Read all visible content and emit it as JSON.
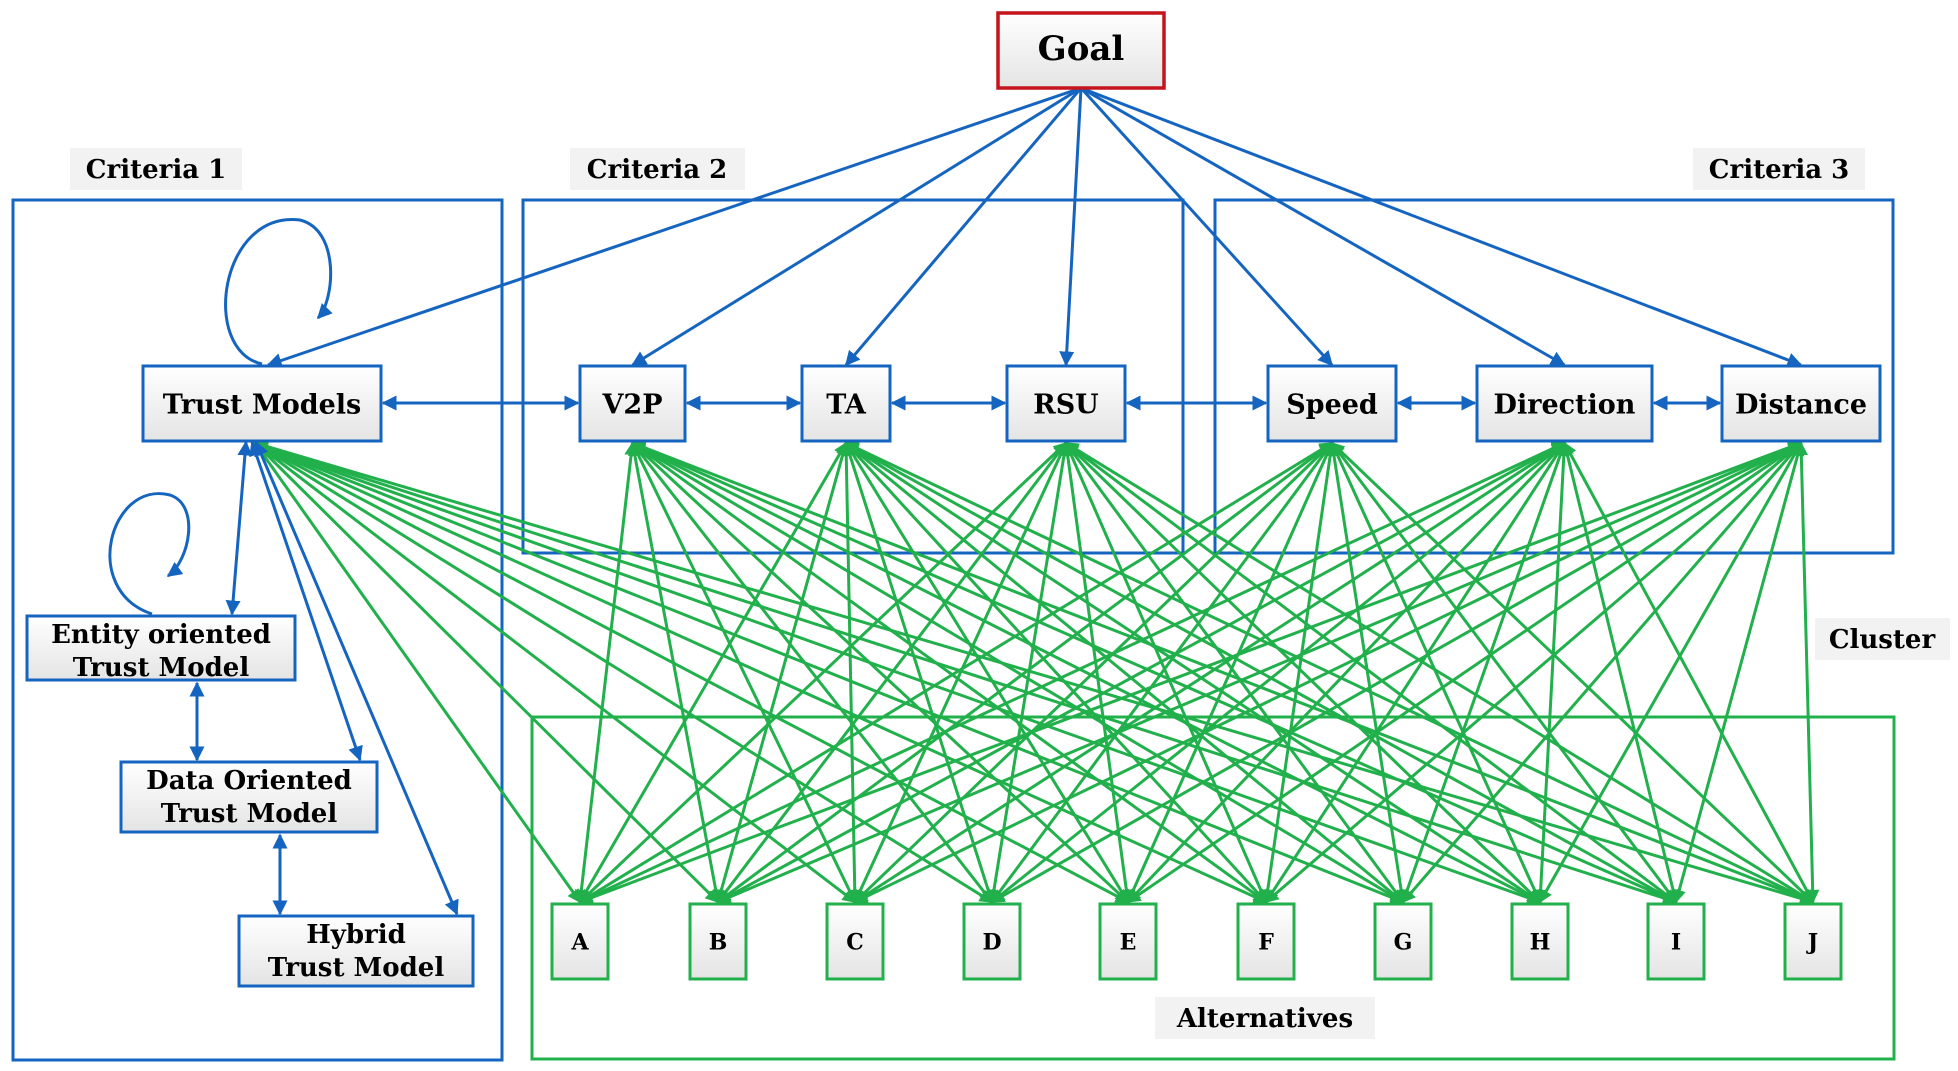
{
  "colors": {
    "blue": "#1565c0",
    "green": "#21b04b",
    "red": "#c4141c",
    "node_fill_top": "#ffffff",
    "node_fill_bottom": "#e6e6e6",
    "label_bg": "#f2f2f2"
  },
  "goal": {
    "label": "Goal"
  },
  "cluster_labels": {
    "criteria1": "Criteria 1",
    "criteria2": "Criteria 2",
    "criteria3": "Criteria 3",
    "cluster": "Cluster",
    "alternatives": "Alternatives"
  },
  "criteria_nodes": [
    {
      "id": "trust_models",
      "label": "Trust Models"
    },
    {
      "id": "v2p",
      "label": "V2P"
    },
    {
      "id": "ta",
      "label": "TA"
    },
    {
      "id": "rsu",
      "label": "RSU"
    },
    {
      "id": "speed",
      "label": "Speed"
    },
    {
      "id": "direction",
      "label": "Direction"
    },
    {
      "id": "distance",
      "label": "Distance"
    }
  ],
  "sub_models": [
    {
      "id": "entity",
      "lines": [
        "Entity oriented",
        "Trust Model"
      ]
    },
    {
      "id": "data",
      "lines": [
        "Data Oriented",
        "Trust Model"
      ]
    },
    {
      "id": "hybrid",
      "lines": [
        "Hybrid",
        "Trust Model"
      ]
    }
  ],
  "alternatives": [
    "A",
    "B",
    "C",
    "D",
    "E",
    "F",
    "G",
    "H",
    "I",
    "J"
  ]
}
